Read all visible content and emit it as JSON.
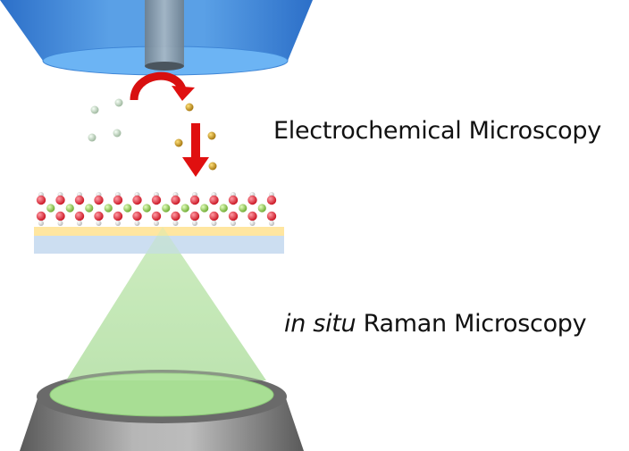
{
  "labels": {
    "electrochemical": "Electrochemical Microscopy",
    "raman_italic": "in situ",
    "raman_rest": " Raman Microscopy"
  },
  "colors": {
    "electrochemical_cell": "#5aa0e6",
    "electrode_tip": "#8a9aa6",
    "arrow": "#e01010",
    "oxidized_species": "#c8dcc8",
    "reduced_species": "#c89410",
    "lattice_red": "#e0283a",
    "lattice_green": "#8ed040",
    "lattice_white": "#f0f0f0",
    "substrate_gold": "#ffe6a0",
    "substrate_glass": "#c6daf0",
    "laser_cone": "#a8dc98",
    "objective": "#7d7d7d"
  },
  "icons": {
    "redox_arrow": "curved-arrow-icon",
    "diffusion_arrow": "down-arrow-icon"
  }
}
